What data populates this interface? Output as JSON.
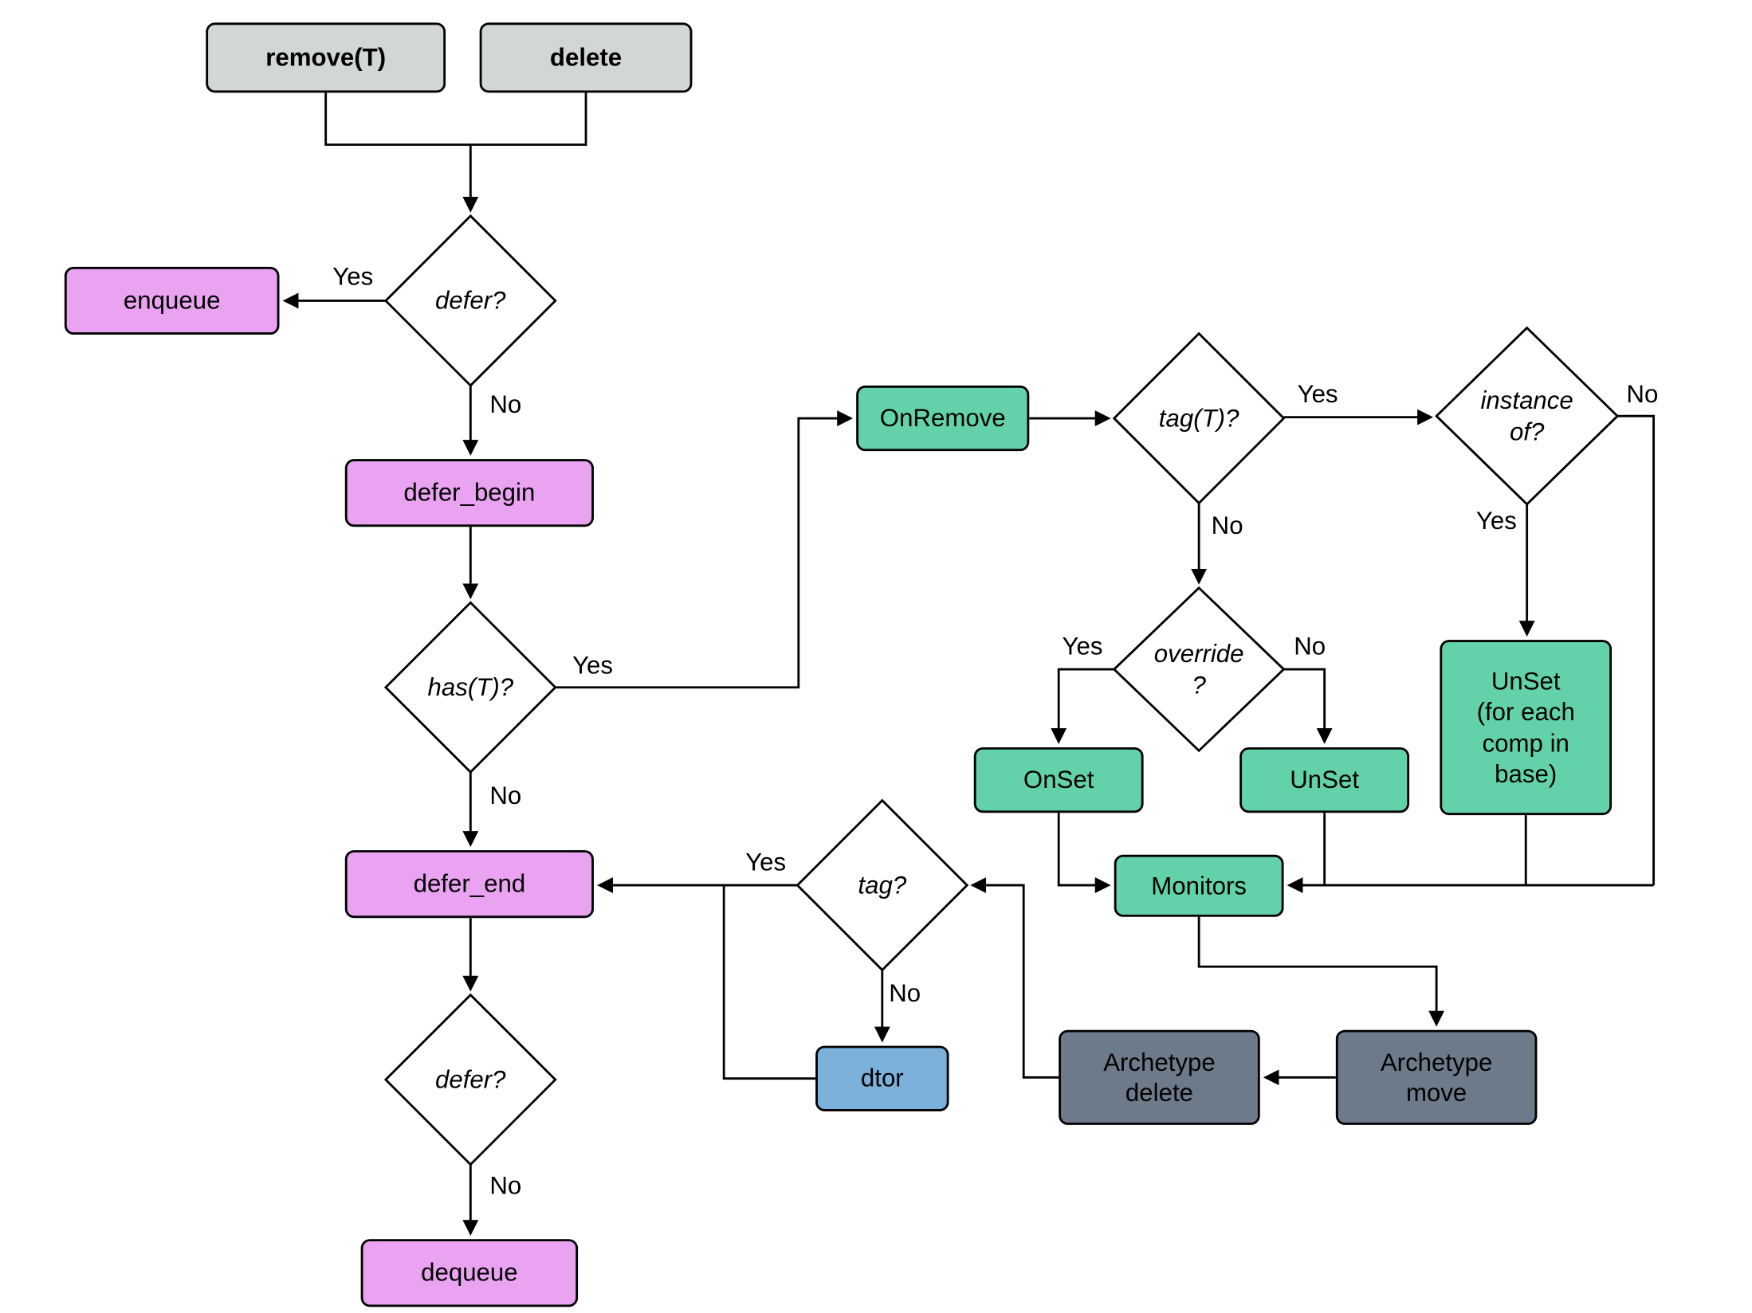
{
  "nodes": {
    "remove_t": "remove(T)",
    "delete": "delete",
    "defer1": "defer?",
    "enqueue": "enqueue",
    "defer_begin": "defer_begin",
    "has_t": "has(T)?",
    "defer_end": "defer_end",
    "defer2": "defer?",
    "dequeue": "dequeue",
    "on_remove": "OnRemove",
    "tag_t": "tag(T)?",
    "instance_of": "instance\nof?",
    "override": "override\n?",
    "on_set": "OnSet",
    "un_set": "UnSet",
    "un_set_base": "UnSet\n(for each\ncomp in\nbase)",
    "monitors": "Monitors",
    "tag": "tag?",
    "dtor": "dtor",
    "arch_delete": "Archetype\ndelete",
    "arch_move": "Archetype\nmove"
  },
  "labels": {
    "defer1_yes": "Yes",
    "defer1_no": "No",
    "has_t_yes": "Yes",
    "has_t_no": "No",
    "defer2_no": "No",
    "tag_t_yes": "Yes",
    "tag_t_no": "No",
    "instance_of_no": "No",
    "instance_of_yes": "Yes",
    "override_yes": "Yes",
    "override_no": "No",
    "tag_yes": "Yes",
    "tag_no": "No"
  },
  "colors": {
    "gray": "#d2d6d6",
    "purple": "#e9a3f0",
    "green": "#63d2ab",
    "blue": "#7cb1dc",
    "slate": "#6d7a8a",
    "diamond_fill": "#ffffff",
    "line": "#000000"
  }
}
